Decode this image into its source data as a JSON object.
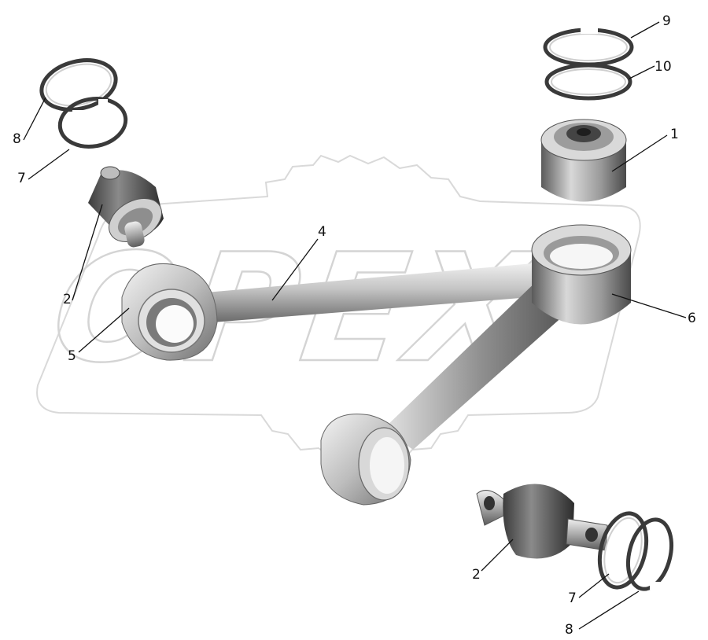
{
  "diagram": {
    "watermark": "OPEX",
    "callouts": {
      "c1": "1",
      "c2a": "2",
      "c2b": "2",
      "c4": "4",
      "c5": "5",
      "c6": "6",
      "c7a": "7",
      "c7b": "7",
      "c8a": "8",
      "c8b": "8",
      "c9": "9",
      "c10": "10"
    }
  }
}
